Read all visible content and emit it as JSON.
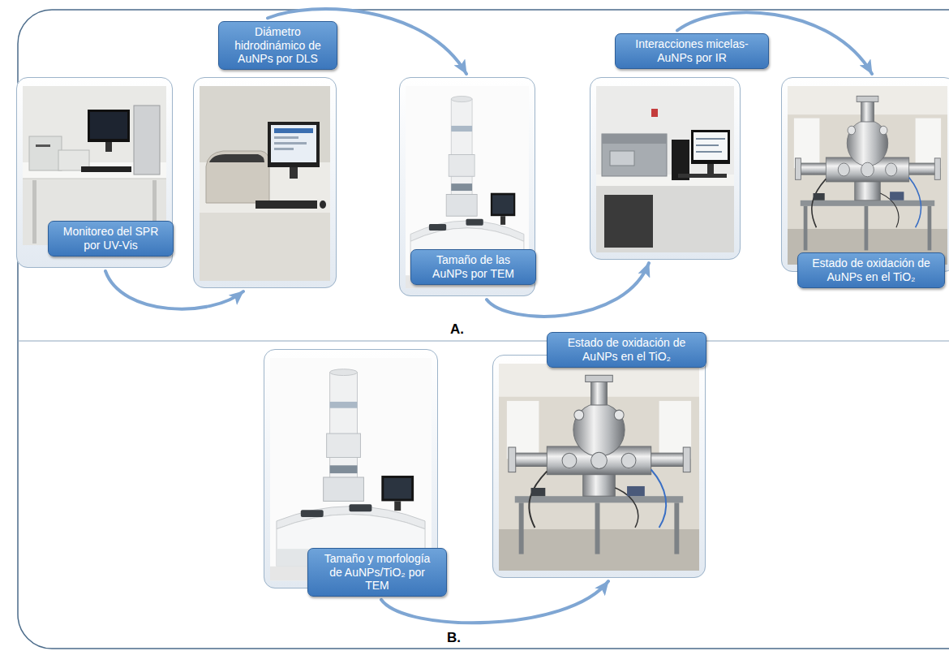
{
  "diagram": {
    "nodes": [
      {
        "text": [
          "Monitoreo del SPR por UV-Vis"
        ]
      },
      {
        "text": [
          "Diámetro hidrodinámico de AuNPs por DLS"
        ]
      },
      {
        "text": [
          "Tamaño de las AuNPs por TEM"
        ]
      },
      {
        "text": [
          "Interacciones micelas-AuNPs por IR"
        ]
      },
      {
        "text": [
          "Estado de oxidación de AuNPs en el TiO₂"
        ]
      },
      {
        "text": [
          "Tamaño y morfología de AuNPs/TiO₂ por TEM"
        ]
      },
      {
        "text": [
          "Estado de oxidación de AuNPs en el TiO₂"
        ]
      }
    ],
    "edges": [
      {
        "from": 0,
        "to": 1,
        "arrow": "to"
      },
      {
        "from": 1,
        "to": 2,
        "arrow": "to"
      },
      {
        "from": 2,
        "to": 3,
        "arrow": "to"
      },
      {
        "from": 3,
        "to": 4,
        "arrow": "to"
      },
      {
        "from": 5,
        "to": 6,
        "arrow": "to"
      }
    ],
    "labels": [
      "A.",
      "B."
    ]
  }
}
